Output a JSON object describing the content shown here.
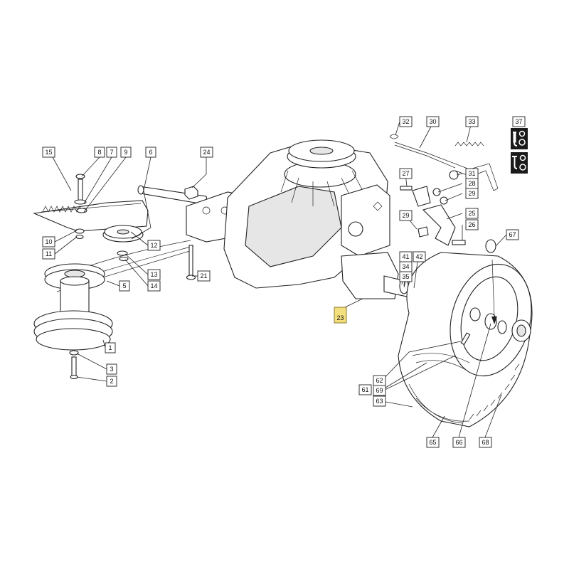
{
  "callouts": [
    {
      "id": "c15",
      "label": "15"
    },
    {
      "id": "c8",
      "label": "8"
    },
    {
      "id": "c7",
      "label": "7"
    },
    {
      "id": "c9",
      "label": "9"
    },
    {
      "id": "c6",
      "label": "6"
    },
    {
      "id": "c24",
      "label": "24"
    },
    {
      "id": "c10",
      "label": "10"
    },
    {
      "id": "c11",
      "label": "11"
    },
    {
      "id": "c12",
      "label": "12"
    },
    {
      "id": "c13",
      "label": "13"
    },
    {
      "id": "c14",
      "label": "14"
    },
    {
      "id": "c5",
      "label": "5"
    },
    {
      "id": "c21",
      "label": "21"
    },
    {
      "id": "c1",
      "label": "1"
    },
    {
      "id": "c3",
      "label": "3"
    },
    {
      "id": "c2",
      "label": "2"
    },
    {
      "id": "c32",
      "label": "32"
    },
    {
      "id": "c30",
      "label": "30"
    },
    {
      "id": "c33",
      "label": "33"
    },
    {
      "id": "c37",
      "label": "37"
    },
    {
      "id": "c27",
      "label": "27"
    },
    {
      "id": "c31",
      "label": "31"
    },
    {
      "id": "c28",
      "label": "28"
    },
    {
      "id": "c29a",
      "label": "29"
    },
    {
      "id": "c29b",
      "label": "29"
    },
    {
      "id": "c25",
      "label": "25"
    },
    {
      "id": "c26",
      "label": "26"
    },
    {
      "id": "c67",
      "label": "67"
    },
    {
      "id": "c41",
      "label": "41"
    },
    {
      "id": "c42",
      "label": "42"
    },
    {
      "id": "c34",
      "label": "34"
    },
    {
      "id": "c35",
      "label": "35"
    },
    {
      "id": "c23",
      "label": "23",
      "highlight": true
    },
    {
      "id": "c62",
      "label": "62"
    },
    {
      "id": "c61",
      "label": "61"
    },
    {
      "id": "c69",
      "label": "69"
    },
    {
      "id": "c63",
      "label": "63"
    },
    {
      "id": "c65",
      "label": "65"
    },
    {
      "id": "c66",
      "label": "66"
    },
    {
      "id": "c68",
      "label": "68"
    }
  ],
  "colors": {
    "highlight": "#f3df7e",
    "line": "#222222",
    "box_border": "#333333"
  },
  "icons": [
    "tool-lube-icon",
    "tool-service-icon"
  ]
}
